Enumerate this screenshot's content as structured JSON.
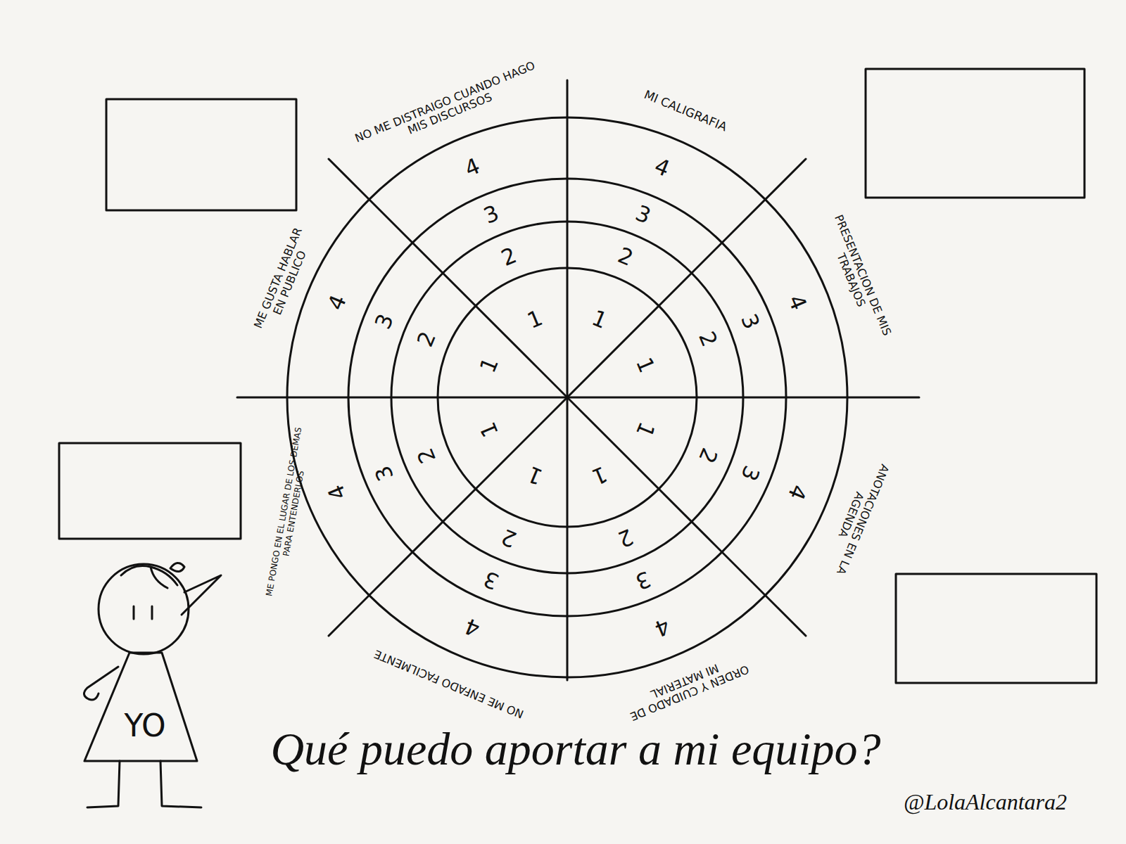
{
  "diagram": {
    "title": "Qué puedo aportar a mi equipo?",
    "labels": [
      "MI CALIGRAFIA",
      "PRESENTACION DE MIS TRABAJOS",
      "ANOTACIONES EN LA AGENDA",
      "ORDEN Y CUIDADO DE MI MATERIAL",
      "NO ME ENFADO FACILMENTE",
      "ME PONGO EN EL LUGAR DE LOS DEMAS PARA ENTENDERLOS",
      "ME GUSTA HABLAR EN PUBLICO",
      "NO ME DISTRAIGO CUANDO HAGO MIS DISCURSOS",
      "1",
      "2",
      "3",
      "4",
      "1",
      "2",
      "3",
      "4",
      "1",
      "2",
      "3",
      "4",
      "1",
      "2",
      "3",
      "4",
      "1",
      "2",
      "3",
      "4",
      "1",
      "2",
      "3",
      "4",
      "1",
      "2",
      "3",
      "4",
      "1",
      "2",
      "3",
      "4",
      "YO",
      "@LolaAlcantara2"
    ]
  }
}
